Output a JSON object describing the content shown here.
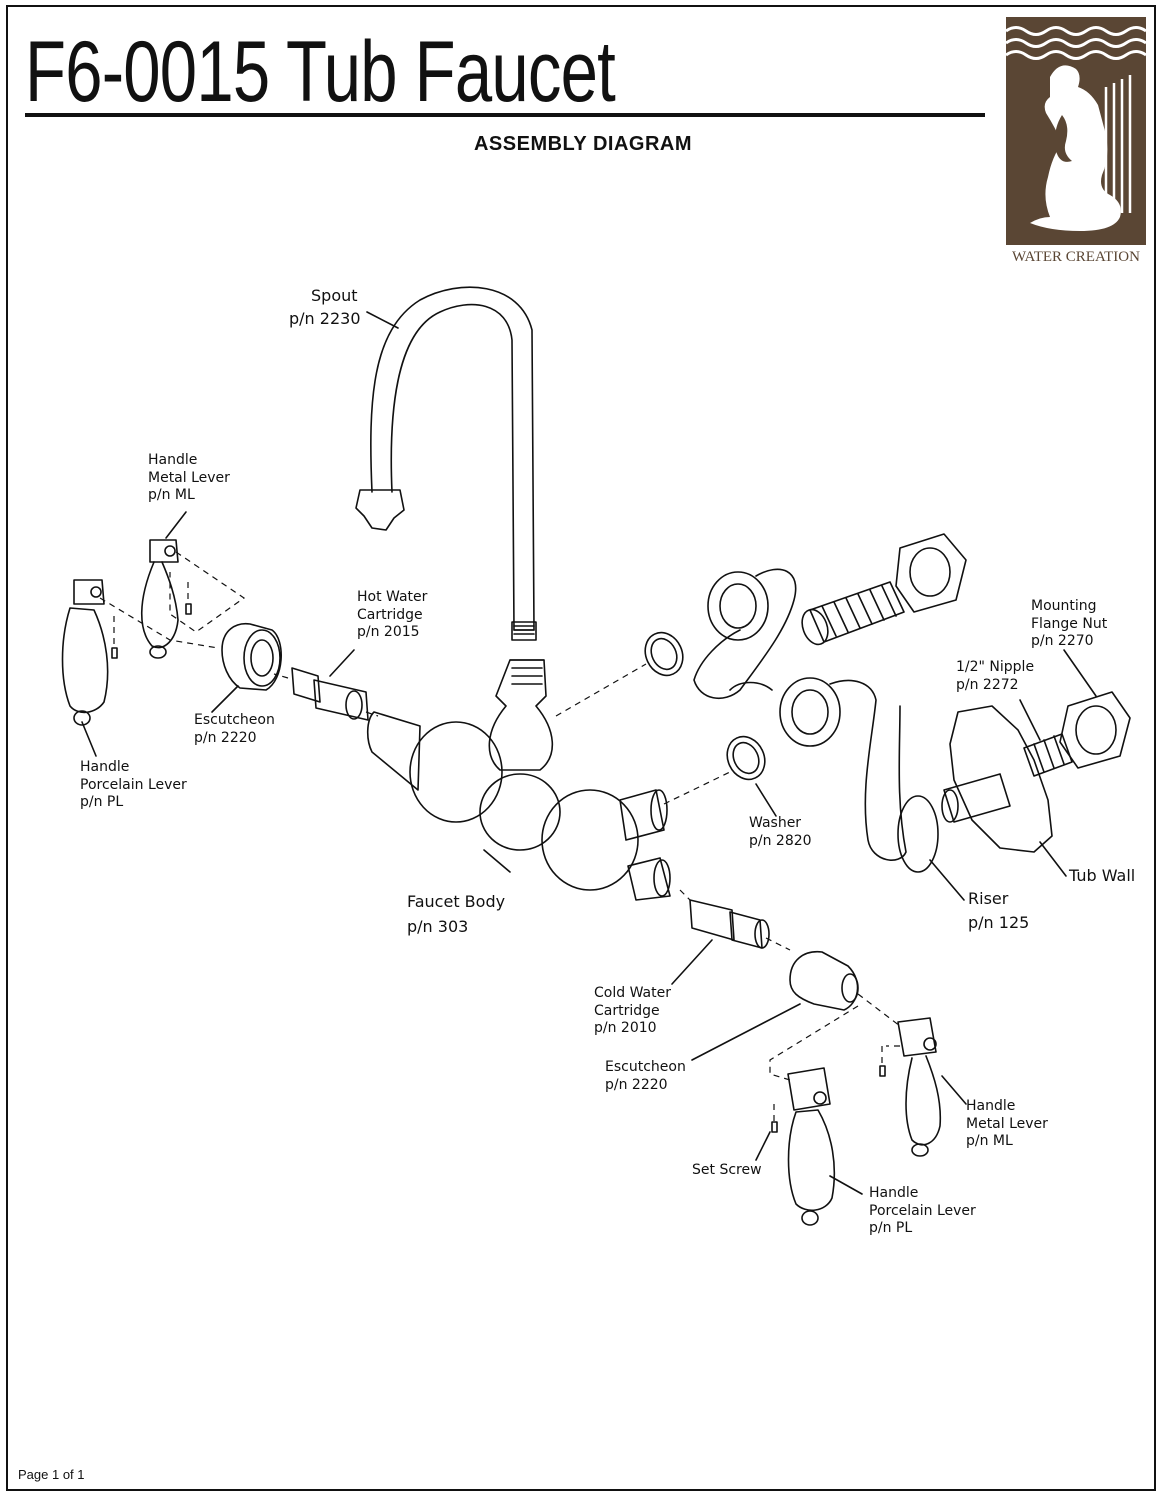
{
  "header": {
    "title": "F6-0015 Tub Faucet",
    "subtitle": "ASSEMBLY DIAGRAM"
  },
  "brand": {
    "name": "WATER CREATION",
    "color": "#5a4634"
  },
  "labels": {
    "spout": {
      "name": "Spout",
      "pn": "p/n 2230"
    },
    "handle_metal_left": {
      "l1": "Handle",
      "l2": "Metal Lever",
      "pn": "p/n ML"
    },
    "handle_porcelain_left": {
      "l1": "Handle",
      "l2": "Porcelain Lever",
      "pn": "p/n PL"
    },
    "hot_cartridge": {
      "l1": "Hot Water",
      "l2": "Cartridge",
      "pn": "p/n 2015"
    },
    "escutcheon_left": {
      "name": "Escutcheon",
      "pn": "p/n 2220"
    },
    "faucet_body": {
      "name": "Faucet Body",
      "pn": "p/n 303"
    },
    "mounting_nut": {
      "l1": "Mounting",
      "l2": "Flange Nut",
      "pn": "p/n 2270"
    },
    "nipple": {
      "name": "1/2\" Nipple",
      "pn": "p/n 2272"
    },
    "washer": {
      "name": "Washer",
      "pn": "p/n 2820"
    },
    "riser": {
      "name": "Riser",
      "pn": "p/n 125"
    },
    "tub_wall": {
      "name": "Tub Wall"
    },
    "cold_cartridge": {
      "l1": "Cold Water",
      "l2": "Cartridge",
      "pn": "p/n 2010"
    },
    "escutcheon_right": {
      "name": "Escutcheon",
      "pn": "p/n 2220"
    },
    "handle_metal_right": {
      "l1": "Handle",
      "l2": "Metal Lever",
      "pn": "p/n ML"
    },
    "set_screw": {
      "name": "Set Screw"
    },
    "handle_porcelain_right": {
      "l1": "Handle",
      "l2": "Porcelain Lever",
      "pn": "p/n PL"
    }
  },
  "footer": {
    "page": "Page 1 of 1"
  }
}
